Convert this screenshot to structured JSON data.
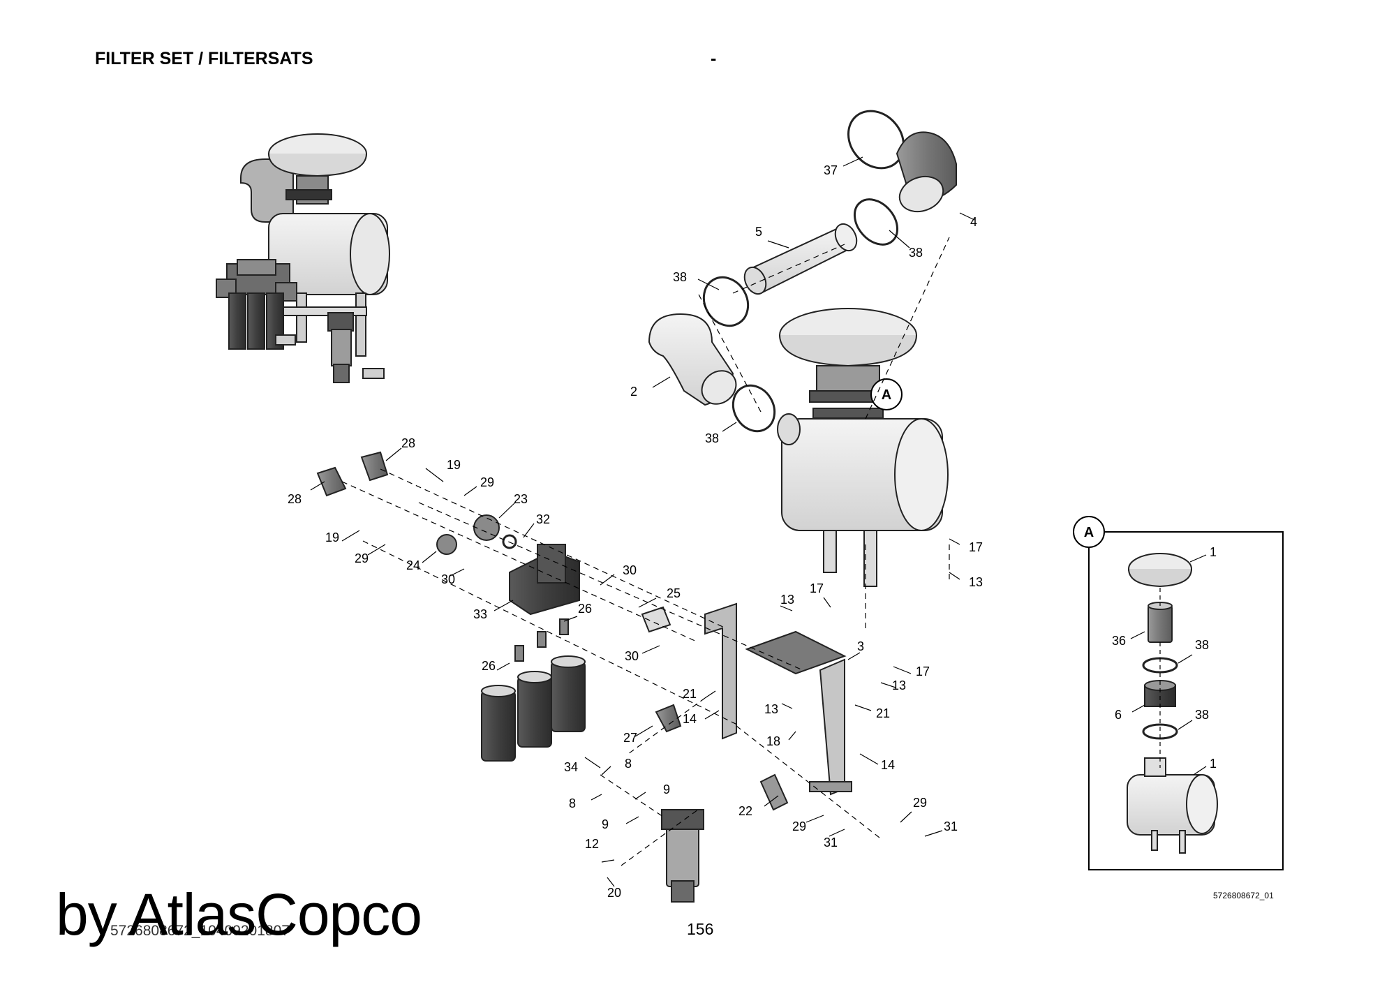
{
  "header": {
    "title": "FILTER SET / FILTERSATS",
    "center_mark": "-"
  },
  "footer": {
    "page_number": "156",
    "doc_ref": "5726808672_10409201807",
    "drawing_code": "5726808672_01"
  },
  "watermark": "by AtlasCopco",
  "detail_view": {
    "callout": "A",
    "labels": [
      "1",
      "36",
      "38",
      "6",
      "38",
      "1"
    ]
  },
  "main_callout": "A",
  "part_labels": [
    "37",
    "4",
    "5",
    "38",
    "38",
    "2",
    "38",
    "28",
    "28",
    "19",
    "29",
    "23",
    "32",
    "19",
    "29",
    "24",
    "30",
    "33",
    "30",
    "25",
    "26",
    "26",
    "30",
    "27",
    "14",
    "21",
    "13",
    "17",
    "3",
    "17",
    "13",
    "13",
    "21",
    "18",
    "14",
    "17",
    "13",
    "34",
    "8",
    "9",
    "8",
    "9",
    "22",
    "29",
    "29",
    "31",
    "31",
    "12",
    "20"
  ]
}
